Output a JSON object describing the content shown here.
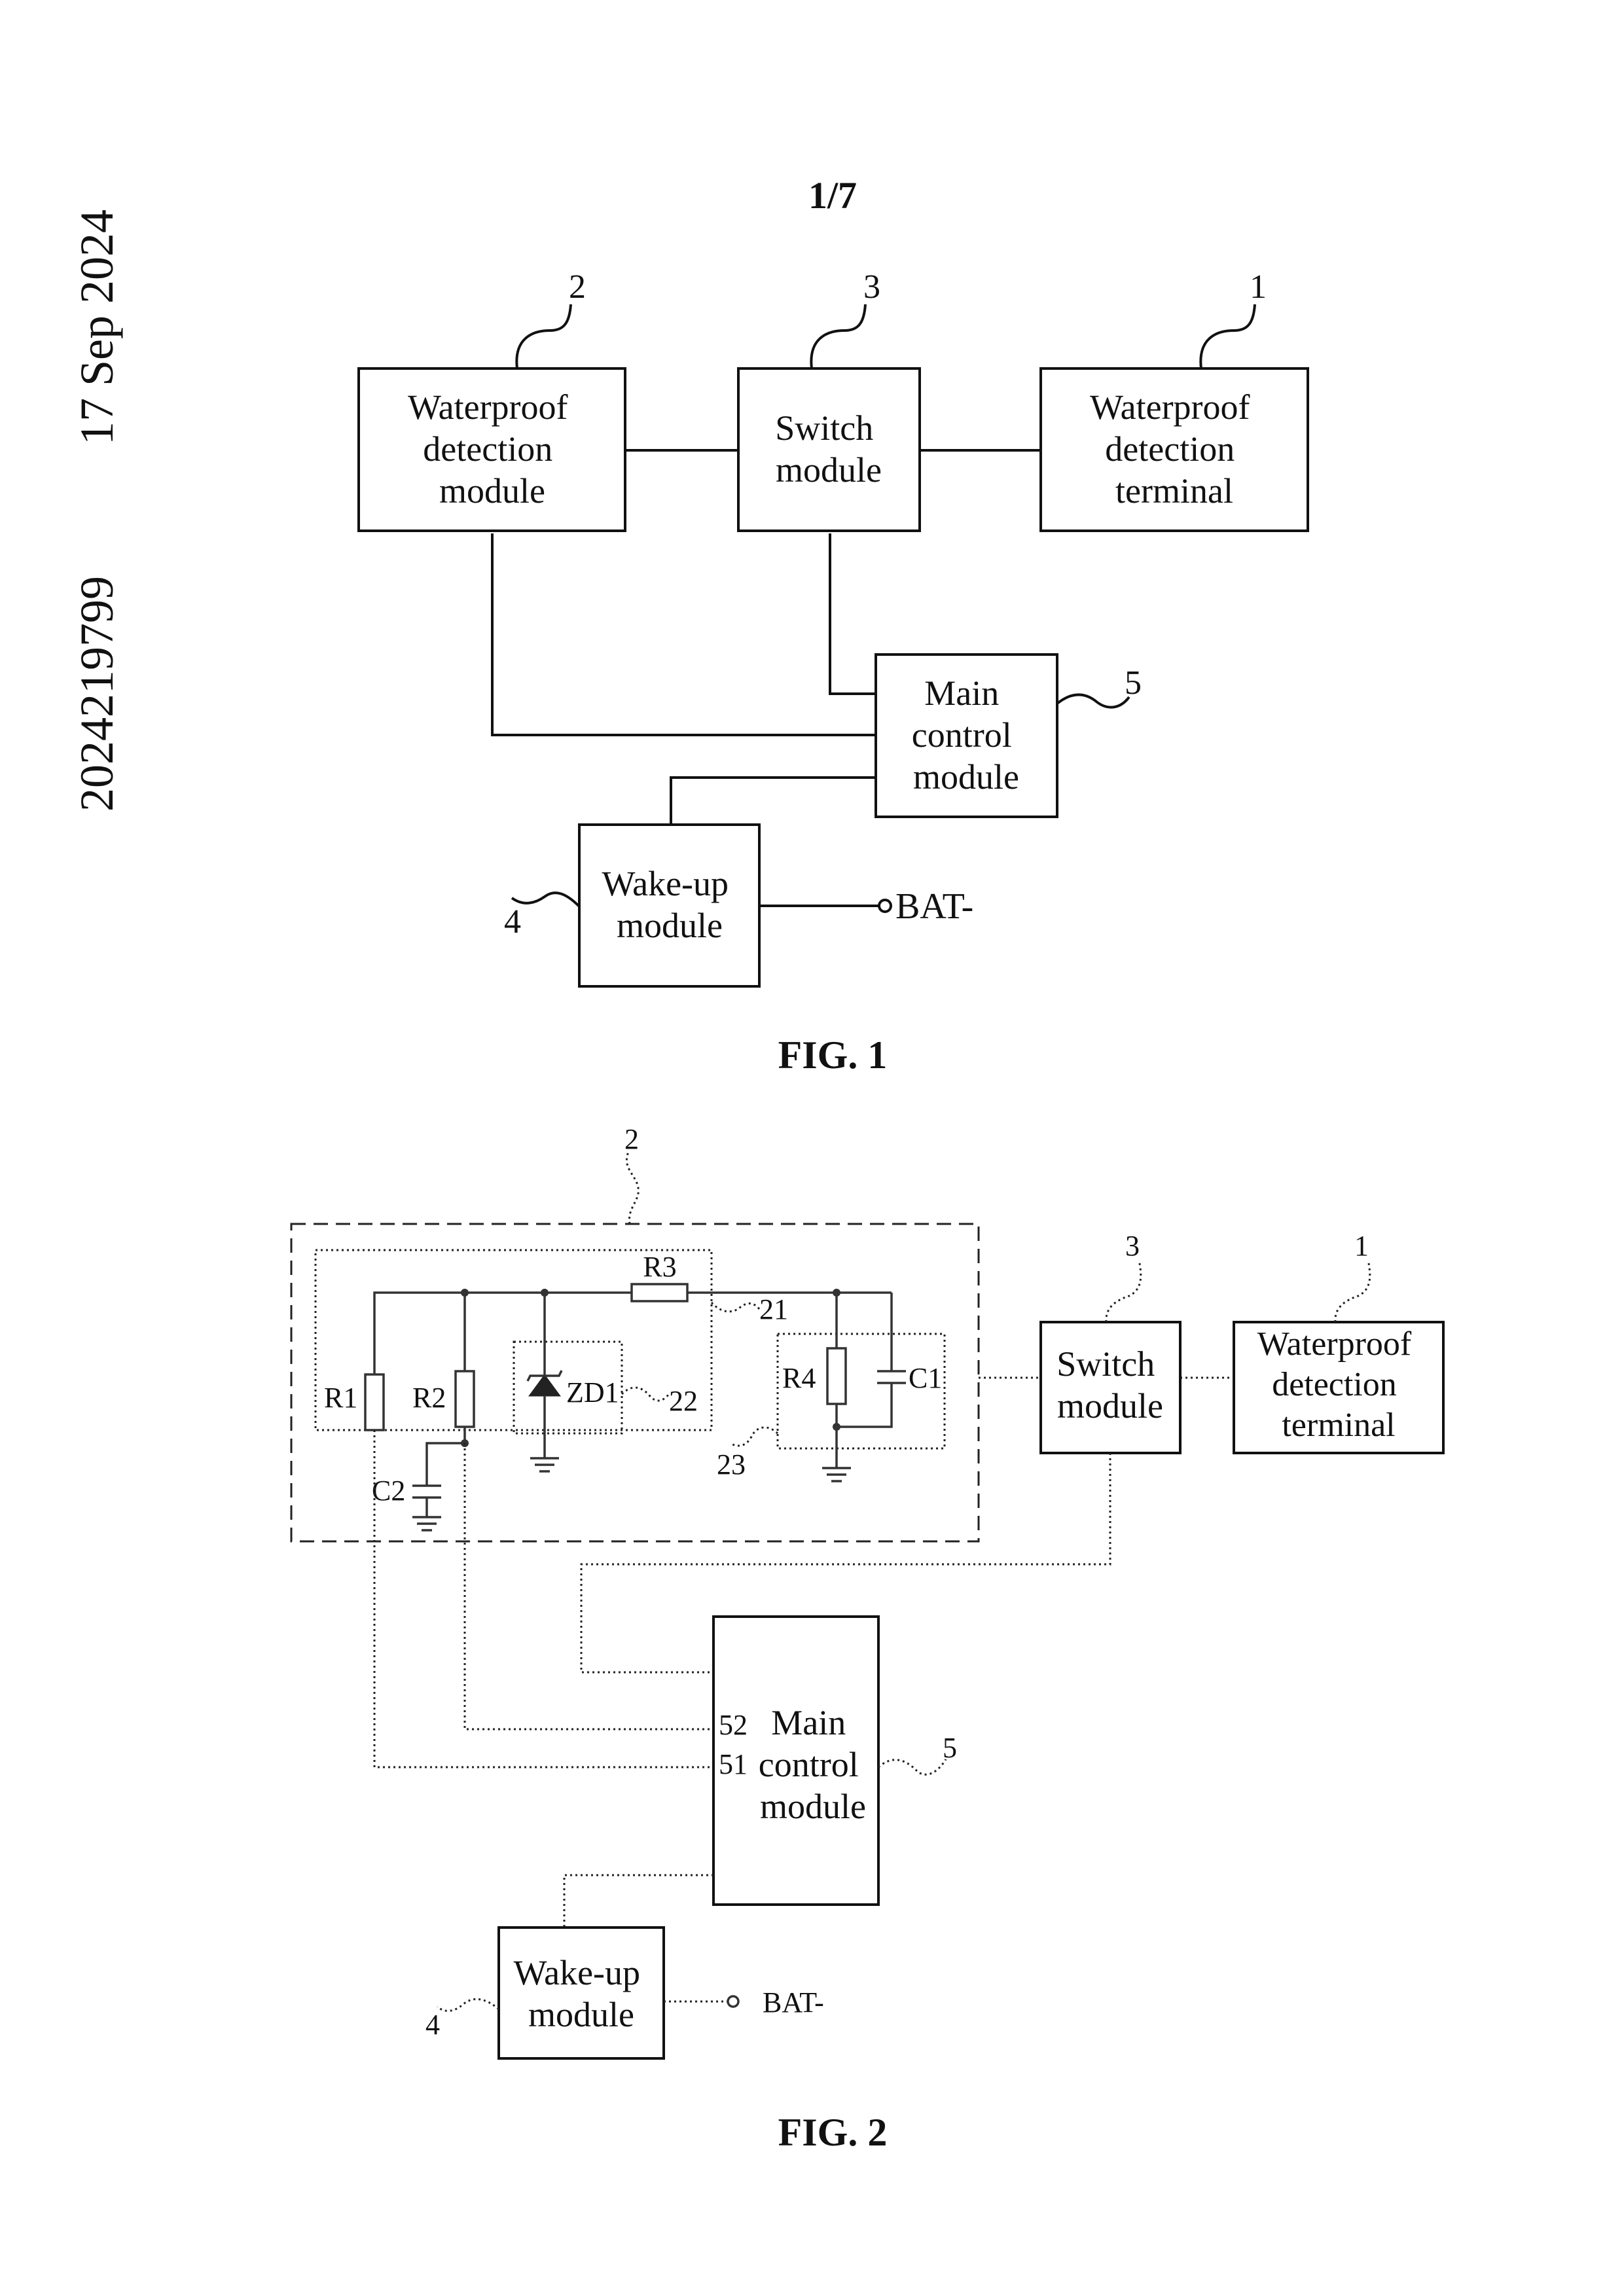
{
  "margin": {
    "date": "17 Sep 2024",
    "number": "2024219799"
  },
  "page_number": "1/7",
  "fig1": {
    "caption": "FIG. 1",
    "waterproof_detection_module": {
      "ref": "2",
      "lines": [
        "Waterproof",
        "detection",
        "module"
      ]
    },
    "switch_module": {
      "ref": "3",
      "lines": [
        "Switch",
        "module"
      ]
    },
    "waterproof_detection_terminal": {
      "ref": "1",
      "lines": [
        "Waterproof",
        "detection",
        "terminal"
      ]
    },
    "main_control_module": {
      "ref": "5",
      "lines": [
        "Main",
        "control",
        "module"
      ]
    },
    "wake_up_module": {
      "ref": "4",
      "lines": [
        "Wake-up",
        "module"
      ]
    },
    "bat_label": "BAT-"
  },
  "fig2": {
    "caption": "FIG. 2",
    "detection_ref": "2",
    "sub_ref_21": "21",
    "sub_ref_22": "22",
    "sub_ref_23": "23",
    "components": {
      "r1": "R1",
      "r2": "R2",
      "r3": "R3",
      "r4": "R4",
      "c1": "C1",
      "c2": "C2",
      "zd1": "ZD1"
    },
    "switch_module": {
      "ref": "3",
      "lines": [
        "Switch",
        "module"
      ]
    },
    "waterproof_detection_terminal": {
      "ref": "1",
      "lines": [
        "Waterproof",
        "detection",
        "terminal"
      ]
    },
    "main_control_module": {
      "ref": "5",
      "lines": [
        "Main",
        "control",
        "module"
      ],
      "pin_52": "52",
      "pin_51": "51"
    },
    "wake_up_module": {
      "ref": "4",
      "lines": [
        "Wake-up",
        "module"
      ]
    },
    "bat_label": "BAT-"
  }
}
